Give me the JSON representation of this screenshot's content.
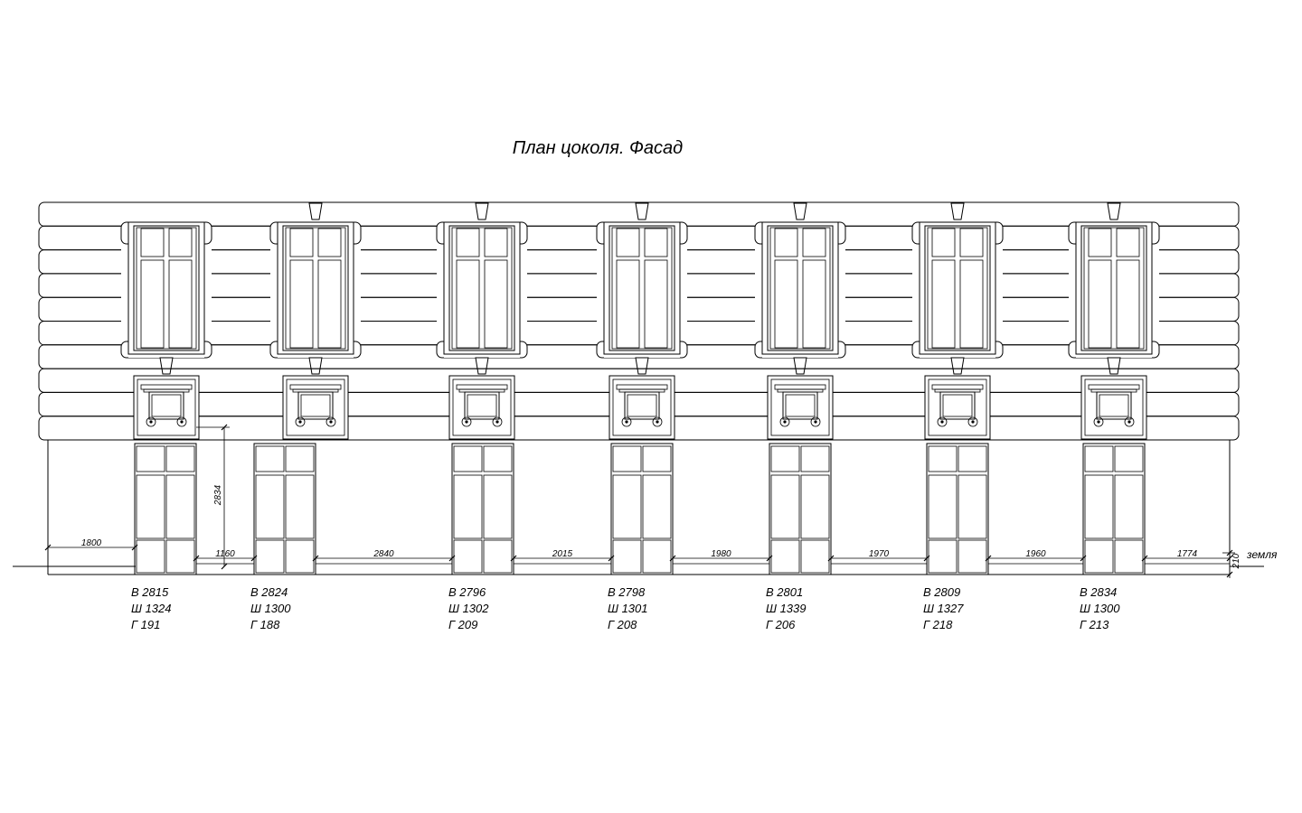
{
  "title": "План цоколя. Фасад",
  "ground_label": "земля",
  "height_dimension": "2834",
  "plinth_dimension": "210",
  "gap_dimensions": [
    "1800",
    "1160",
    "2840",
    "2015",
    "1980",
    "1970",
    "1960",
    "1774"
  ],
  "doors": [
    {
      "height": "В 2815",
      "width": "Ш 1324",
      "depth": "Г 191"
    },
    {
      "height": "В 2824",
      "width": "Ш 1300",
      "depth": "Г 188"
    },
    {
      "height": "В 2796",
      "width": "Ш 1302",
      "depth": "Г 209"
    },
    {
      "height": "В 2798",
      "width": "Ш 1301",
      "depth": "Г 208"
    },
    {
      "height": "В 2801",
      "width": "Ш 1339",
      "depth": "Г 206"
    },
    {
      "height": "В 2809",
      "width": "Ш 1327",
      "depth": "Г 218"
    },
    {
      "height": "В 2834",
      "width": "Ш 1300",
      "depth": "Г 213"
    }
  ]
}
